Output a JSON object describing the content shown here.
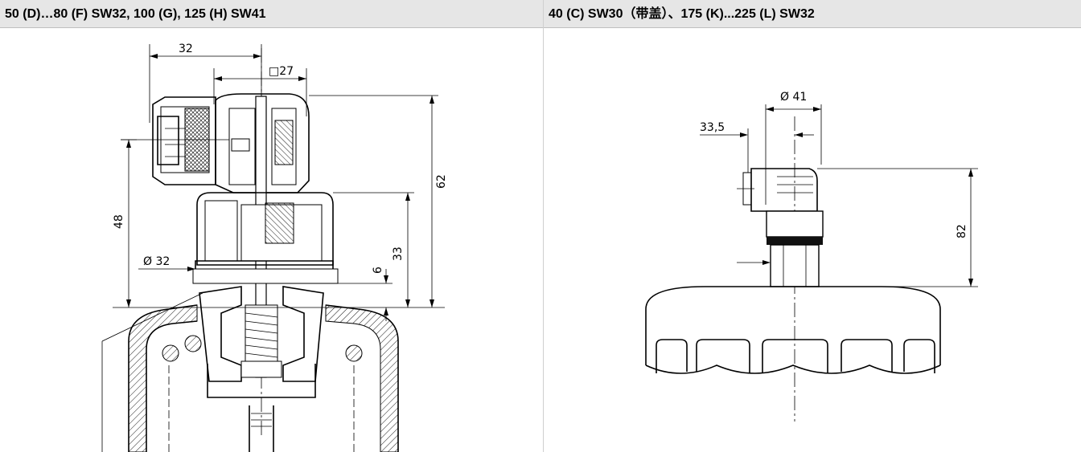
{
  "headers": {
    "left": "50 (D)…80 (F) SW32, 100 (G), 125 (H) SW41",
    "right": "40 (C) SW30（带盖）、175 (K)...225 (L) SW32"
  },
  "left_dims": {
    "d32": "32",
    "sq27": "□27",
    "d62": "62",
    "d48": "48",
    "d33": "33",
    "d6": "6",
    "dia32": "Ø 32"
  },
  "right_dims": {
    "dia41": "Ø 41",
    "d335": "33,5",
    "d82": "82"
  }
}
